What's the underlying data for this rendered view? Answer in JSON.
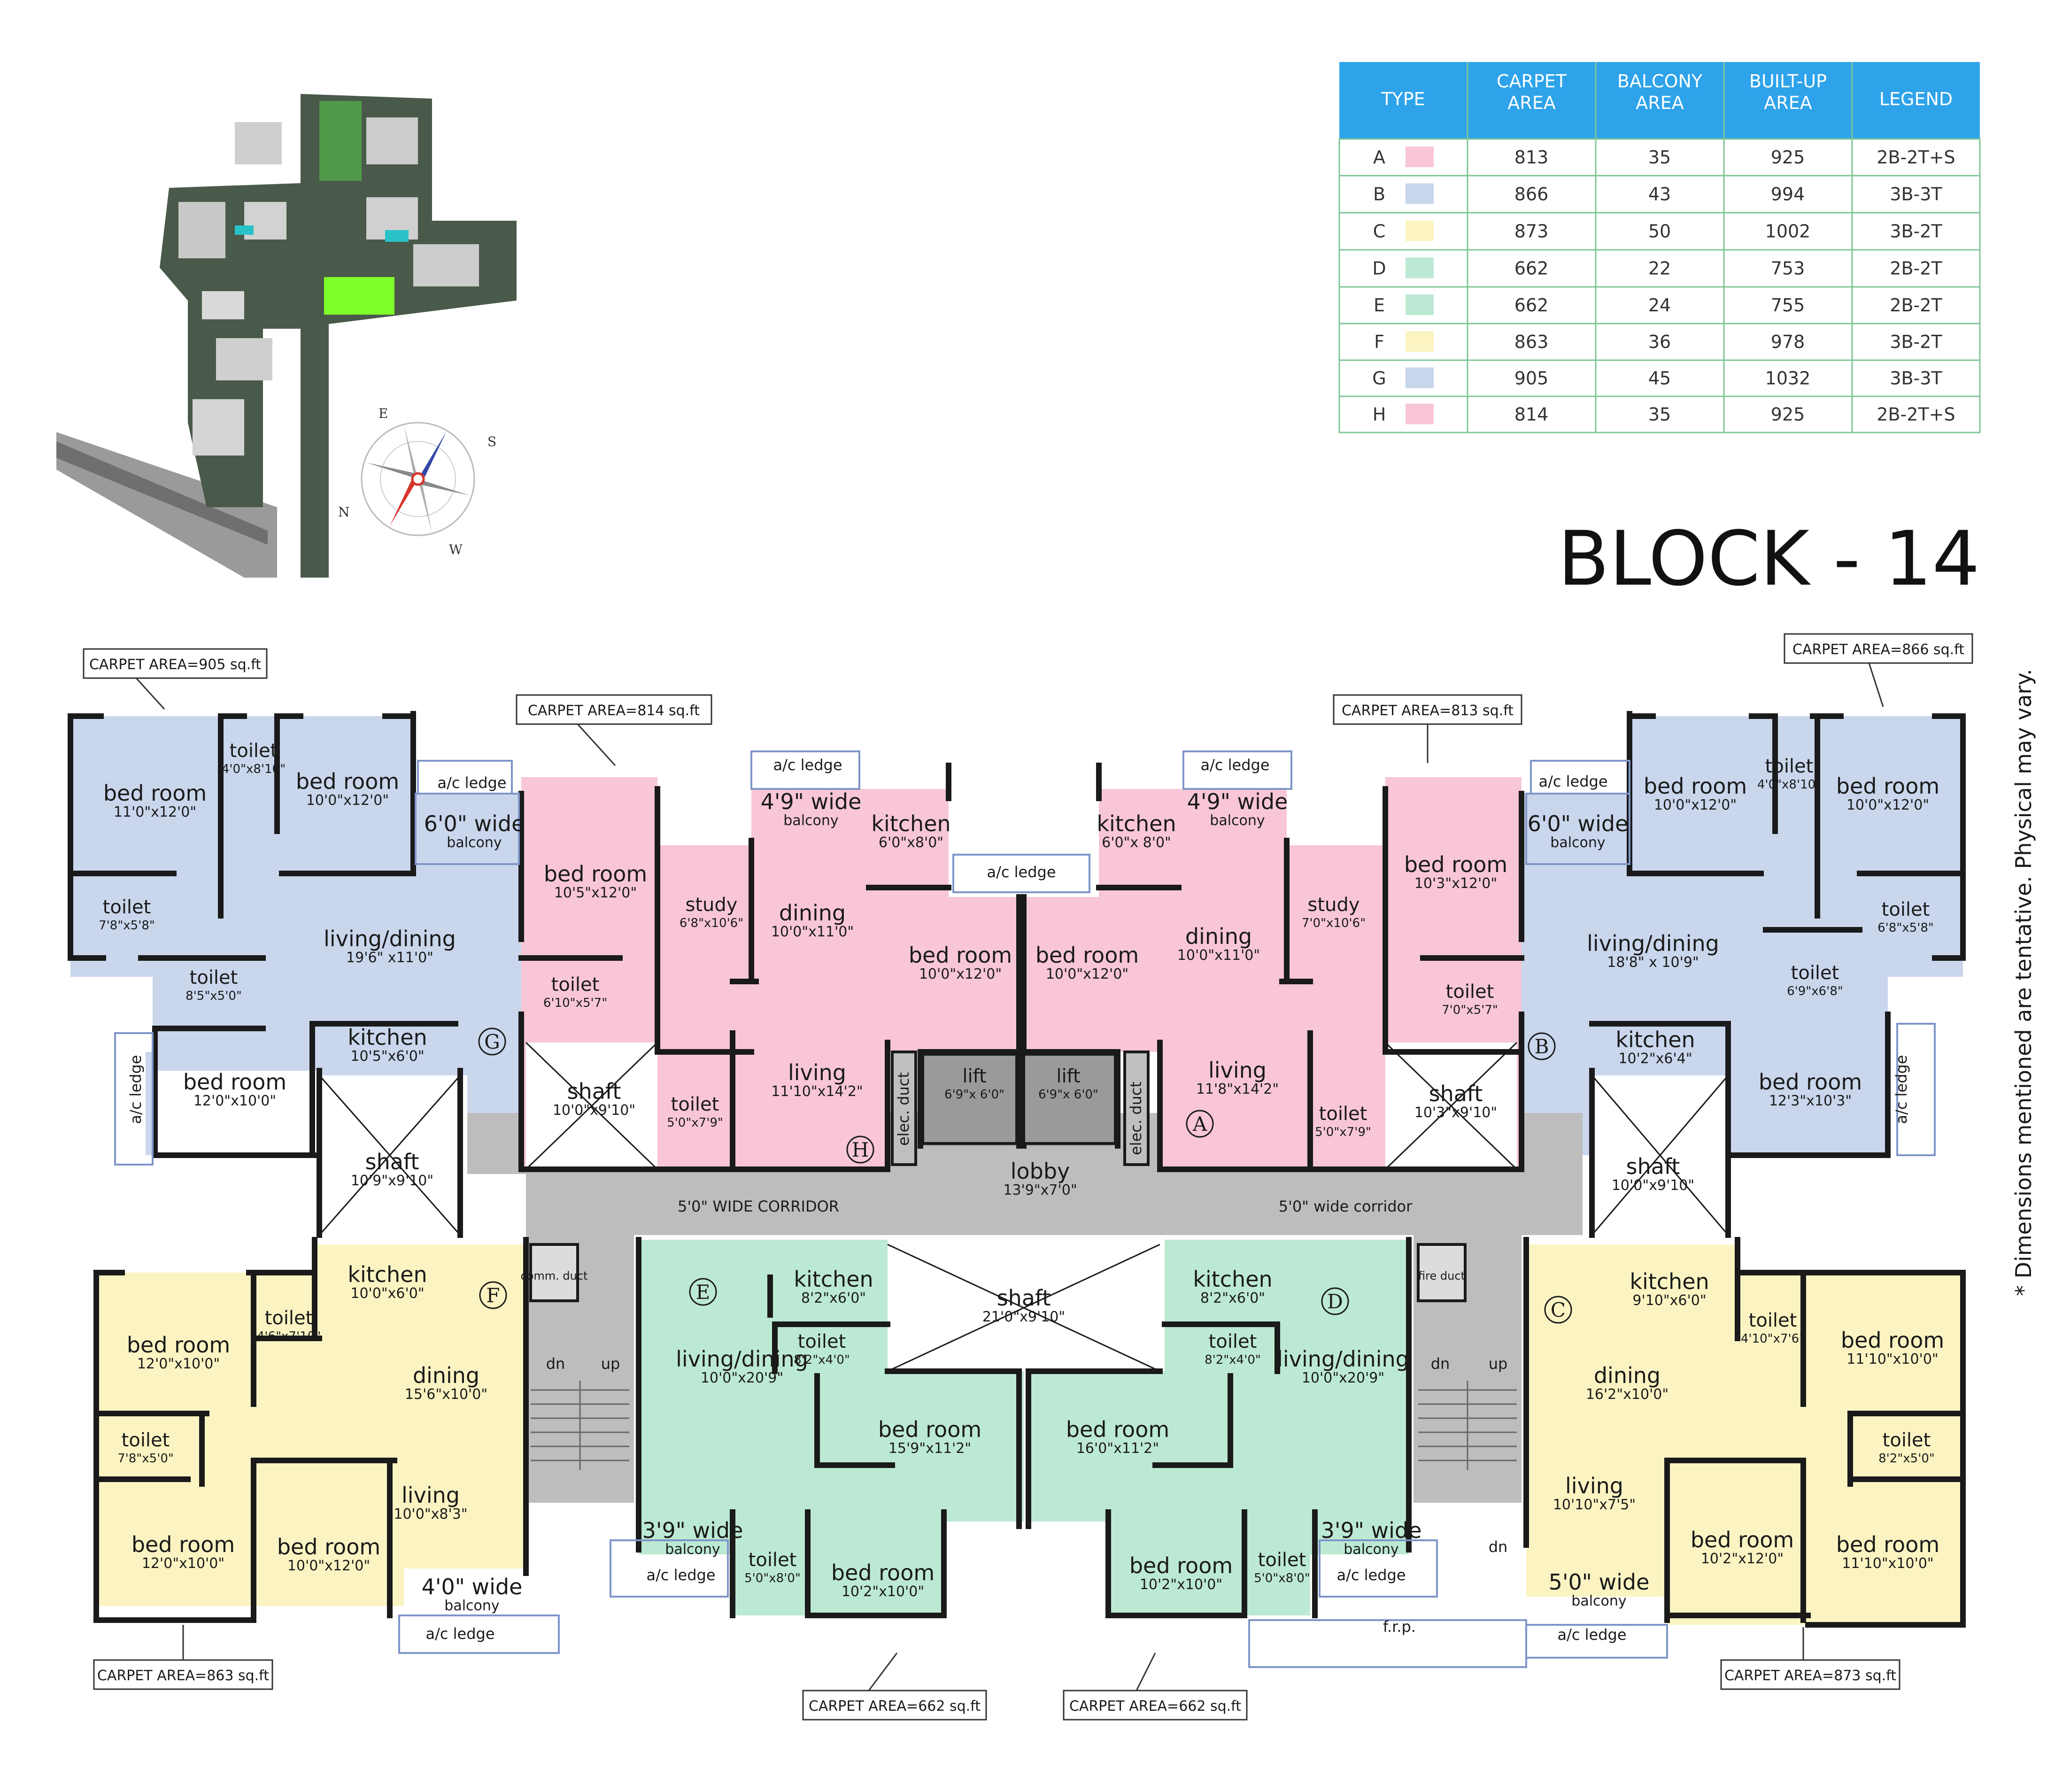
{
  "title": "BLOCK - 14",
  "side_note": "* Dimensions mentioned are tentative. Physical may vary.",
  "compass": {
    "letters": [
      "E",
      "S",
      "N",
      "W"
    ]
  },
  "colors": {
    "pink": "#f8c6d6",
    "blue": "#c9d6ec",
    "yellow": "#fbf4c2",
    "green": "#bce9d3",
    "table_header": "#2ea3ea",
    "table_border": "#7fc596",
    "corridor": "#bdbdbd",
    "wall": "#1a1a1a"
  },
  "table": {
    "headers": [
      "TYPE",
      "CARPET AREA",
      "BALCONY AREA",
      "BUILT-UP AREA",
      "LEGEND"
    ],
    "rows": [
      {
        "type": "A",
        "swatch": "#f8c6d6",
        "carpet": "813",
        "balcony": "35",
        "builtup": "925",
        "legend": "2B-2T+S"
      },
      {
        "type": "B",
        "swatch": "#c9d6ec",
        "carpet": "866",
        "balcony": "43",
        "builtup": "994",
        "legend": "3B-3T"
      },
      {
        "type": "C",
        "swatch": "#fbf4c2",
        "carpet": "873",
        "balcony": "50",
        "builtup": "1002",
        "legend": "3B-2T"
      },
      {
        "type": "D",
        "swatch": "#bce9d3",
        "carpet": "662",
        "balcony": "22",
        "builtup": "753",
        "legend": "2B-2T"
      },
      {
        "type": "E",
        "swatch": "#bce9d3",
        "carpet": "662",
        "balcony": "24",
        "builtup": "755",
        "legend": "2B-2T"
      },
      {
        "type": "F",
        "swatch": "#fbf4c2",
        "carpet": "863",
        "balcony": "36",
        "builtup": "978",
        "legend": "3B-2T"
      },
      {
        "type": "G",
        "swatch": "#c9d6ec",
        "carpet": "905",
        "balcony": "45",
        "builtup": "1032",
        "legend": "3B-3T"
      },
      {
        "type": "H",
        "swatch": "#f8c6d6",
        "carpet": "814",
        "balcony": "35",
        "builtup": "925",
        "legend": "2B-2T+S"
      }
    ]
  },
  "callouts": [
    {
      "text": "CARPET AREA=905 sq.ft"
    },
    {
      "text": "CARPET AREA=814 sq.ft"
    },
    {
      "text": "CARPET AREA=813 sq.ft"
    },
    {
      "text": "CARPET AREA=866 sq.ft"
    },
    {
      "text": "CARPET AREA=863 sq.ft"
    },
    {
      "text": "CARPET AREA=662 sq.ft"
    },
    {
      "text": "CARPET AREA=662 sq.ft"
    },
    {
      "text": "CARPET AREA=873 sq.ft"
    }
  ],
  "type_marks": [
    "G",
    "H",
    "A",
    "B",
    "F",
    "E",
    "D",
    "C"
  ],
  "rooms": [
    {
      "name": "bed room",
      "dim": "11'0\"x12'0\""
    },
    {
      "name": "toilet",
      "dim": "4'0\"x8'10\""
    },
    {
      "name": "bed room",
      "dim": "10'0\"x12'0\""
    },
    {
      "name": "6'0\" wide",
      "dim": "balcony"
    },
    {
      "name": "toilet",
      "dim": "7'8\"x5'8\""
    },
    {
      "name": "living/dining",
      "dim": "19'6\" x11'0\""
    },
    {
      "name": "toilet",
      "dim": "8'5\"x5'0\""
    },
    {
      "name": "kitchen",
      "dim": "10'5\"x6'0\""
    },
    {
      "name": "bed room",
      "dim": "12'0\"x10'0\""
    },
    {
      "name": "shaft",
      "dim": "10'9\"x9'10\""
    },
    {
      "name": "bed room",
      "dim": "10'5\"x12'0\""
    },
    {
      "name": "study",
      "dim": "6'8\"x10'6\""
    },
    {
      "name": "4'9\" wide",
      "dim": "balcony"
    },
    {
      "name": "kitchen",
      "dim": "6'0\"x8'0\""
    },
    {
      "name": "dining",
      "dim": "10'0\"x11'0\""
    },
    {
      "name": "toilet",
      "dim": "6'10\"x5'7\""
    },
    {
      "name": "bed room",
      "dim": "10'0\"x12'0\""
    },
    {
      "name": "shaft",
      "dim": "10'0\"x9'10\""
    },
    {
      "name": "toilet",
      "dim": "5'0\"x7'9\""
    },
    {
      "name": "living",
      "dim": "11'10\"x14'2\""
    },
    {
      "name": "lift",
      "dim": "6'9\"x 6'0\""
    },
    {
      "name": "lift",
      "dim": "6'9\"x 6'0\""
    },
    {
      "name": "lobby",
      "dim": "13'9\"x7'0\""
    },
    {
      "name": "kitchen",
      "dim": "6'0\"x 8'0\""
    },
    {
      "name": "4'9\" wide",
      "dim": "balcony"
    },
    {
      "name": "bed room",
      "dim": "10'0\"x12'0\""
    },
    {
      "name": "dining",
      "dim": "10'0\"x11'0\""
    },
    {
      "name": "study",
      "dim": "7'0\"x10'6\""
    },
    {
      "name": "bed room",
      "dim": "10'3\"x12'0\""
    },
    {
      "name": "toilet",
      "dim": "7'0\"x5'7\""
    },
    {
      "name": "living",
      "dim": "11'8\"x14'2\""
    },
    {
      "name": "toilet",
      "dim": "5'0\"x7'9\""
    },
    {
      "name": "shaft",
      "dim": "10'3\"x9'10\""
    },
    {
      "name": "6'0\" wide",
      "dim": "balcony"
    },
    {
      "name": "bed room",
      "dim": "10'0\"x12'0\""
    },
    {
      "name": "toilet",
      "dim": "4'0\"x8'10\""
    },
    {
      "name": "bed room",
      "dim": "10'0\"x12'0\""
    },
    {
      "name": "living/dining",
      "dim": "18'8\" x 10'9\""
    },
    {
      "name": "toilet",
      "dim": "6'8\"x5'8\""
    },
    {
      "name": "toilet",
      "dim": "6'9\"x6'8\""
    },
    {
      "name": "kitchen",
      "dim": "10'2\"x6'4\""
    },
    {
      "name": "bed room",
      "dim": "12'3\"x10'3\""
    },
    {
      "name": "shaft",
      "dim": "10'0\"x9'10\""
    },
    {
      "name": "kitchen",
      "dim": "10'0\"x6'0\""
    },
    {
      "name": "toilet",
      "dim": "4'6\"x7'10\""
    },
    {
      "name": "bed room",
      "dim": "12'0\"x10'0\""
    },
    {
      "name": "dining",
      "dim": "15'6\"x10'0\""
    },
    {
      "name": "toilet",
      "dim": "7'8\"x5'0\""
    },
    {
      "name": "living",
      "dim": "10'0\"x8'3\""
    },
    {
      "name": "bed room",
      "dim": "12'0\"x10'0\""
    },
    {
      "name": "bed room",
      "dim": "10'0\"x12'0\""
    },
    {
      "name": "4'0\" wide",
      "dim": "balcony"
    },
    {
      "name": "kitchen",
      "dim": "8'2\"x6'0\""
    },
    {
      "name": "living/dining",
      "dim": "10'0\"x20'9\""
    },
    {
      "name": "toilet",
      "dim": "8'2\"x4'0\""
    },
    {
      "name": "bed room",
      "dim": "15'9\"x11'2\""
    },
    {
      "name": "3'9\" wide",
      "dim": "balcony"
    },
    {
      "name": "toilet",
      "dim": "5'0\"x8'0\""
    },
    {
      "name": "bed room",
      "dim": "10'2\"x10'0\""
    },
    {
      "name": "shaft",
      "dim": "21'0\"x9'10\""
    },
    {
      "name": "kitchen",
      "dim": "8'2\"x6'0\""
    },
    {
      "name": "toilet",
      "dim": "8'2\"x4'0\""
    },
    {
      "name": "living/dining",
      "dim": "10'0\"x20'9\""
    },
    {
      "name": "bed room",
      "dim": "16'0\"x11'2\""
    },
    {
      "name": "3'9\" wide",
      "dim": "balcony"
    },
    {
      "name": "toilet",
      "dim": "5'0\"x8'0\""
    },
    {
      "name": "bed room",
      "dim": "10'2\"x10'0\""
    },
    {
      "name": "kitchen",
      "dim": "9'10\"x6'0\""
    },
    {
      "name": "toilet",
      "dim": "4'10\"x7'6\""
    },
    {
      "name": "bed room",
      "dim": "11'10\"x10'0\""
    },
    {
      "name": "dining",
      "dim": "16'2\"x10'0\""
    },
    {
      "name": "toilet",
      "dim": "8'2\"x5'0\""
    },
    {
      "name": "living",
      "dim": "10'10\"x7'5\""
    },
    {
      "name": "bed room",
      "dim": "10'2\"x12'0\""
    },
    {
      "name": "bed room",
      "dim": "11'10\"x10'0\""
    },
    {
      "name": "5'0\" wide",
      "dim": "balcony"
    }
  ],
  "labels": [
    "a/c ledge",
    "a/c ledge",
    "a/c ledge",
    "a/c ledge",
    "a/c ledge",
    "a/c ledge",
    "a/c ledge",
    "a/c ledge",
    "a/c ledge",
    "a/c ledge",
    "a/c ledge",
    "5'0\" WIDE CORRIDOR",
    "5'0\" wide corridor",
    "elec. duct",
    "elec. duct",
    "comm. duct",
    "fire duct",
    "dn",
    "up",
    "dn",
    "up",
    "dn",
    "f.r.p."
  ]
}
